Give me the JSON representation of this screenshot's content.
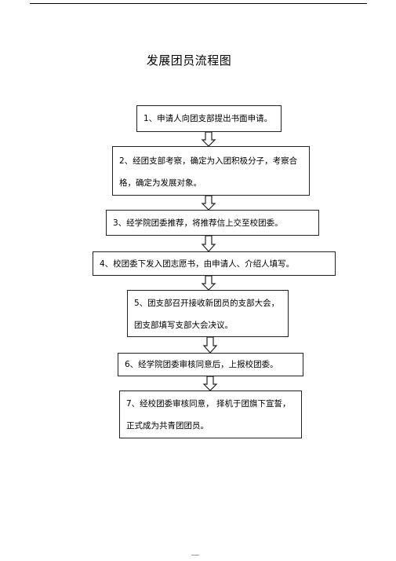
{
  "title": "发展团员流程图",
  "steps": [
    {
      "text": "1、申请人向团支部提出书面申请。"
    },
    {
      "text": "2、经团支部考察，确定为入团积极分子，考察合格，确定为发展对象。"
    },
    {
      "text": "3、经学院团委推荐，将推荐信上交至校团委。"
    },
    {
      "text": "4、校团委下发入团志愿书，由申请人、介绍人填写。"
    },
    {
      "text": "5、团支部召开接收新团员的支部大会，团支部填写支部大会决议。"
    },
    {
      "text": "6、经学院团委审核同意后，上报校团委。"
    },
    {
      "text": "7、经校团委审核同意， 择机于团旗下宣誓，正式成为共青团团员。"
    }
  ]
}
